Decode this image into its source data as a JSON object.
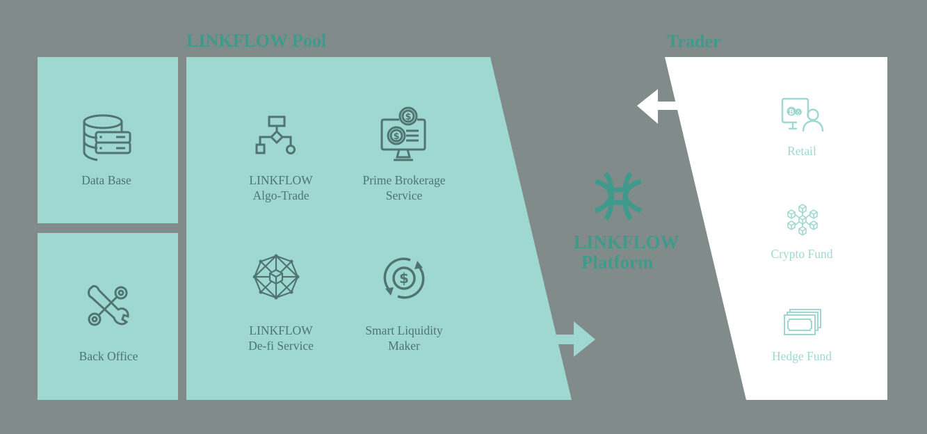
{
  "colors": {
    "background": "#808b8a",
    "pool_fill": "#9fd8d1",
    "trader_fill": "#ffffff",
    "title_color": "#3f9a8c",
    "icon_dark": "#4f7472",
    "icon_light": "#9fd8d1"
  },
  "left_boxes": [
    {
      "label": "Data Base",
      "icon": "database-server-icon"
    },
    {
      "label": "Back Office",
      "icon": "crossed-wrenches-icon"
    }
  ],
  "pool": {
    "title": "LINKFLOW Pool",
    "items": [
      {
        "line1": "LINKFLOW",
        "line2": "Algo-Trade",
        "icon": "flowchart-icon"
      },
      {
        "line1": "Prime Brokerage",
        "line2": "Service",
        "icon": "monitor-dollar-icon"
      },
      {
        "line1": "LINKFLOW",
        "line2": "De-fi Service",
        "icon": "blockchain-network-icon"
      },
      {
        "line1": "Smart Liquidity",
        "line2": "Maker",
        "icon": "dollar-cycle-icon"
      }
    ]
  },
  "platform": {
    "line1": "LINKFLOW",
    "line2": "Platform",
    "icon": "linkflow-logo-icon"
  },
  "trader": {
    "title": "Trader",
    "items": [
      {
        "label": "Retail",
        "icon": "retail-trader-icon"
      },
      {
        "label": "Crypto Fund",
        "icon": "crypto-cubes-icon"
      },
      {
        "label": "Hedge Fund",
        "icon": "banknotes-stack-icon"
      }
    ]
  },
  "arrows": [
    {
      "direction": "left",
      "from": "trader",
      "to": "platform"
    },
    {
      "direction": "right",
      "from": "pool",
      "to": "platform"
    }
  ]
}
